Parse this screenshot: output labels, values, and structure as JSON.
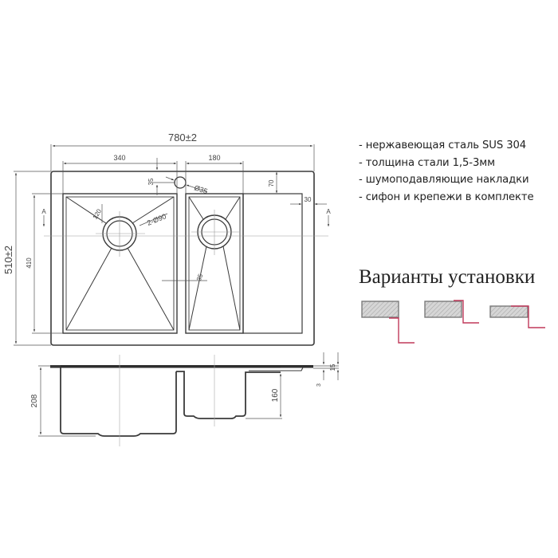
{
  "features": {
    "items": [
      "- нержавеющая сталь SUS 304",
      "- толщина стали 1,5-3мм",
      "- шумоподавляющие накладки",
      "- сифон и крепежи в комплекте"
    ]
  },
  "installation": {
    "title": "Варианты установки",
    "variants": [
      {
        "name": "undermount",
        "label": ""
      },
      {
        "name": "flush-mount",
        "label": ""
      },
      {
        "name": "top-mount",
        "label": ""
      }
    ],
    "accent_color": "#c0395a",
    "countertop_color": "#bdbdbd"
  },
  "plan_view": {
    "dimensions": {
      "overall_width": "780±2",
      "overall_depth": "510±2",
      "left_bowl_width": "340",
      "right_bowl_width": "180",
      "bowl_depth": "410",
      "tap_offset": "35",
      "tap_hole": "Ø35",
      "back_edge": "70",
      "side_edge": "30",
      "drain_holes": "2-Ø90",
      "drain_offset": "120",
      "bowl_divider": "35",
      "section_marker": "A"
    }
  },
  "front_view": {
    "dimensions": {
      "left_bowl_depth": "208",
      "right_bowl_depth": "160",
      "flange_thickness": "15",
      "flange_offset": "3"
    }
  },
  "colors": {
    "line": "#3a3a3a",
    "dim_line": "#666666",
    "text": "#222222"
  }
}
